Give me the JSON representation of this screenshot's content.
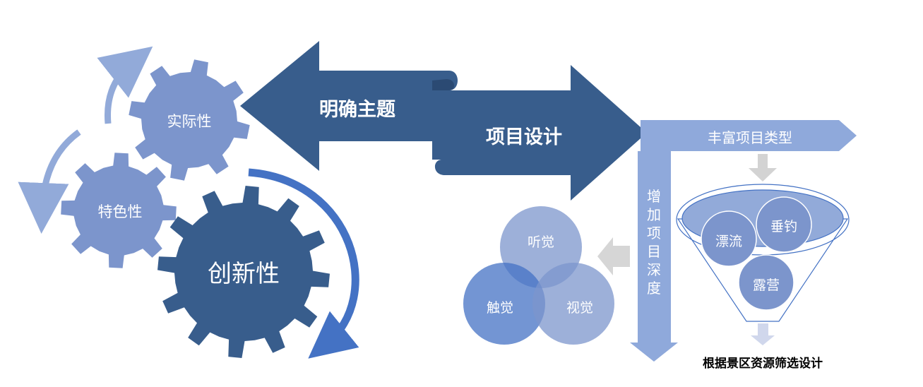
{
  "gears": {
    "practical": "实际性",
    "distinctive": "特色性",
    "innovative": "创新性"
  },
  "arrows": {
    "clarify_theme": "明确主题",
    "project_design": "项目设计"
  },
  "branches": {
    "enrich_types": "丰富项目类型",
    "increase_depth": "增加项目深度"
  },
  "senses": {
    "hearing": "听觉",
    "touch": "触觉",
    "vision": "视觉"
  },
  "funnel": {
    "rafting": "漂流",
    "fishing": "垂钓",
    "camping": "露营"
  },
  "bottom_caption": "根据景区资源筛选设计",
  "colors": {
    "dark_blue": "#385D8C",
    "mid_blue": "#7C95CC",
    "light_blue": "#92AAD9",
    "bright_blue": "#4472C4",
    "gray_arrow": "#D0D0D0"
  }
}
